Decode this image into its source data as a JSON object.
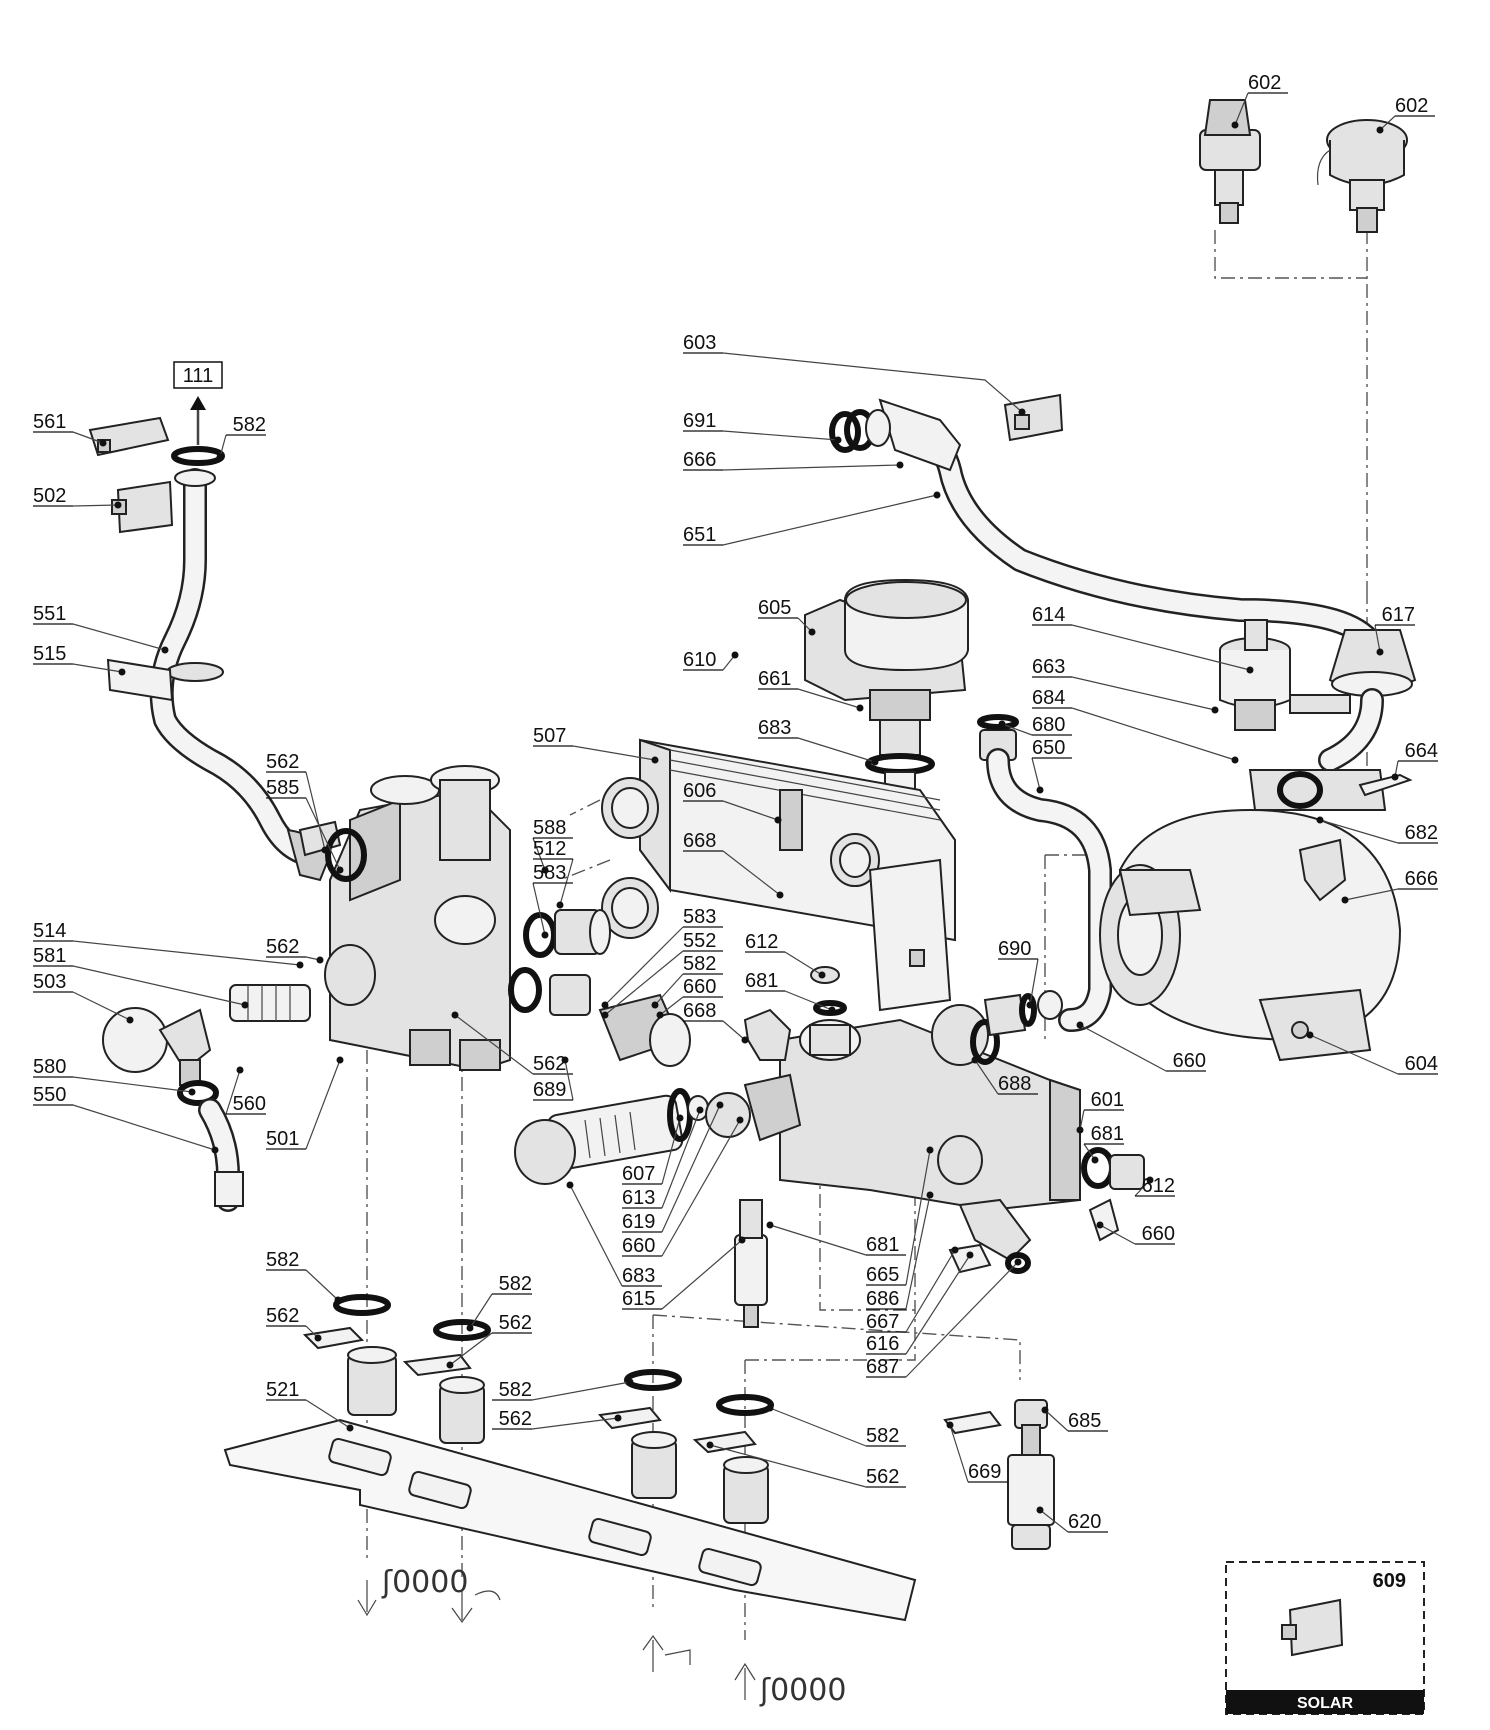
{
  "diagram": {
    "reference_box": "111",
    "solar_box": {
      "number": "609",
      "caption": "SOLAR"
    },
    "labels": [
      "602",
      "602",
      "603",
      "691",
      "666",
      "651",
      "561",
      "582",
      "502",
      "551",
      "515",
      "605",
      "610",
      "661",
      "683",
      "614",
      "617",
      "663",
      "684",
      "680",
      "650",
      "664",
      "682",
      "666",
      "507",
      "606",
      "668",
      "562",
      "585",
      "588",
      "512",
      "583",
      "514",
      "581",
      "503",
      "562",
      "583",
      "552",
      "582",
      "660",
      "668",
      "612",
      "681",
      "690",
      "660",
      "604",
      "688",
      "562",
      "689",
      "580",
      "550",
      "560",
      "501",
      "601",
      "681",
      "612",
      "660",
      "607",
      "613",
      "619",
      "660",
      "683",
      "615",
      "681",
      "665",
      "686",
      "667",
      "616",
      "687",
      "582",
      "562",
      "582",
      "562",
      "521",
      "582",
      "562",
      "582",
      "562",
      "685",
      "669",
      "620"
    ],
    "symbols": [
      "heating-flow",
      "hot-water-out",
      "cold-water-in",
      "heating-return"
    ]
  }
}
